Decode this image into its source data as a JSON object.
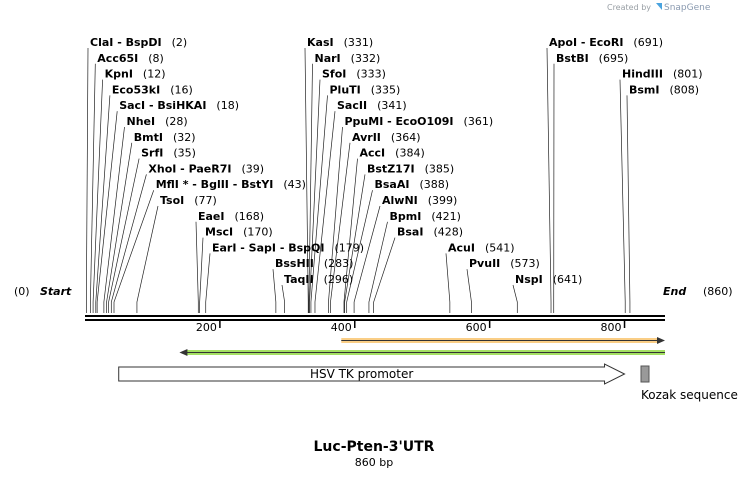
{
  "credit": {
    "created_by": "Created by",
    "brand": "SnapGene",
    "brand_icon": "snapgene-logo-icon"
  },
  "title": "Luc-Pten-3'UTR",
  "length_label": "860 bp",
  "sequence_length": 860,
  "start": {
    "position_label": "(0)",
    "label": "Start"
  },
  "end": {
    "label": "End",
    "position_label": "(860)"
  },
  "ruler_ticks": [
    {
      "label": "200",
      "pos": 200
    },
    {
      "label": "400",
      "pos": 400
    },
    {
      "label": "600",
      "pos": 600
    },
    {
      "label": "800",
      "pos": 800
    }
  ],
  "sites": [
    {
      "names": "ClaI  -  BspDI",
      "pos_label": "(2)",
      "pos": 2,
      "row": 0,
      "col": 0
    },
    {
      "names": "Acc65I",
      "pos_label": "(8)",
      "pos": 8,
      "row": 1,
      "col": 0
    },
    {
      "names": "KpnI",
      "pos_label": "(12)",
      "pos": 12,
      "row": 2,
      "col": 0
    },
    {
      "names": "Eco53kI",
      "pos_label": "(16)",
      "pos": 16,
      "row": 3,
      "col": 0
    },
    {
      "names": "SacI  -  BsiHKAI",
      "pos_label": "(18)",
      "pos": 18,
      "row": 4,
      "col": 0
    },
    {
      "names": "NheI",
      "pos_label": "(28)",
      "pos": 28,
      "row": 5,
      "col": 0
    },
    {
      "names": "BmtI",
      "pos_label": "(32)",
      "pos": 32,
      "row": 6,
      "col": 0
    },
    {
      "names": "SrfI",
      "pos_label": "(35)",
      "pos": 35,
      "row": 7,
      "col": 0
    },
    {
      "names": "XhoI  -  PaeR7I",
      "pos_label": "(39)",
      "pos": 39,
      "row": 8,
      "col": 0
    },
    {
      "names": "MflI *  -  BglII  -  BstYI",
      "pos_label": "(43)",
      "pos": 43,
      "row": 9,
      "col": 0
    },
    {
      "names": "TsoI",
      "pos_label": "(77)",
      "pos": 77,
      "row": 10,
      "col": 0
    },
    {
      "names": "EaeI",
      "pos_label": "(168)",
      "pos": 168,
      "row": 11,
      "col": 0
    },
    {
      "names": "MscI",
      "pos_label": "(170)",
      "pos": 170,
      "row": 12,
      "col": 0
    },
    {
      "names": "EarI  -  SapI  -  BspQI",
      "pos_label": "(179)",
      "pos": 179,
      "row": 13,
      "col": 0
    },
    {
      "names": "BssHII",
      "pos_label": "(283)",
      "pos": 283,
      "row": 14,
      "col": 0
    },
    {
      "names": "TaqII",
      "pos_label": "(296)",
      "pos": 296,
      "row": 15,
      "col": 0
    },
    {
      "names": "KasI",
      "pos_label": "(331)",
      "pos": 331,
      "row": 0,
      "col": 1
    },
    {
      "names": "NarI",
      "pos_label": "(332)",
      "pos": 332,
      "row": 1,
      "col": 1
    },
    {
      "names": "SfoI",
      "pos_label": "(333)",
      "pos": 333,
      "row": 2,
      "col": 1
    },
    {
      "names": "PluTI",
      "pos_label": "(335)",
      "pos": 335,
      "row": 3,
      "col": 1
    },
    {
      "names": "SacII",
      "pos_label": "(341)",
      "pos": 341,
      "row": 4,
      "col": 1
    },
    {
      "names": "PpuMI  -  EcoO109I",
      "pos_label": "(361)",
      "pos": 361,
      "row": 5,
      "col": 1
    },
    {
      "names": "AvrII",
      "pos_label": "(364)",
      "pos": 364,
      "row": 6,
      "col": 1
    },
    {
      "names": "AccI",
      "pos_label": "(384)",
      "pos": 384,
      "row": 7,
      "col": 1
    },
    {
      "names": "BstZ17I",
      "pos_label": "(385)",
      "pos": 385,
      "row": 8,
      "col": 1
    },
    {
      "names": "BsaAI",
      "pos_label": "(388)",
      "pos": 388,
      "row": 9,
      "col": 1
    },
    {
      "names": "AlwNI",
      "pos_label": "(399)",
      "pos": 399,
      "row": 10,
      "col": 1
    },
    {
      "names": "BpmI",
      "pos_label": "(421)",
      "pos": 421,
      "row": 11,
      "col": 1
    },
    {
      "names": "BsaI",
      "pos_label": "(428)",
      "pos": 428,
      "row": 12,
      "col": 1
    },
    {
      "names": "AcuI",
      "pos_label": "(541)",
      "pos": 541,
      "row": 13,
      "col": 1
    },
    {
      "names": "PvuII",
      "pos_label": "(573)",
      "pos": 573,
      "row": 14,
      "col": 1
    },
    {
      "names": "NspI",
      "pos_label": "(641)",
      "pos": 641,
      "row": 15,
      "col": 1
    },
    {
      "names": "ApoI  -  EcoRI",
      "pos_label": "(691)",
      "pos": 691,
      "row": 0,
      "col": 2
    },
    {
      "names": "BstBI",
      "pos_label": "(695)",
      "pos": 695,
      "row": 1,
      "col": 2
    },
    {
      "names": "HindIII",
      "pos_label": "(801)",
      "pos": 801,
      "row": 2,
      "col": 2
    },
    {
      "names": "BsmI",
      "pos_label": "(808)",
      "pos": 808,
      "row": 3,
      "col": 2
    }
  ],
  "features": [
    {
      "name": "orange-arrow",
      "start": 380,
      "end": 860,
      "color": "#f5a623",
      "direction": "right"
    },
    {
      "name": "green-arrow",
      "start": 140,
      "end": 860,
      "color": "#7ed321",
      "direction": "left"
    },
    {
      "name": "HSV TK promoter",
      "label": "HSV TK promoter",
      "start": 50,
      "end": 800,
      "color": "#ffffff",
      "direction": "right"
    },
    {
      "name": "Kozak sequence",
      "label": "Kozak sequence",
      "start": 826,
      "end": 836,
      "color": "#999999",
      "direction": "none"
    }
  ]
}
